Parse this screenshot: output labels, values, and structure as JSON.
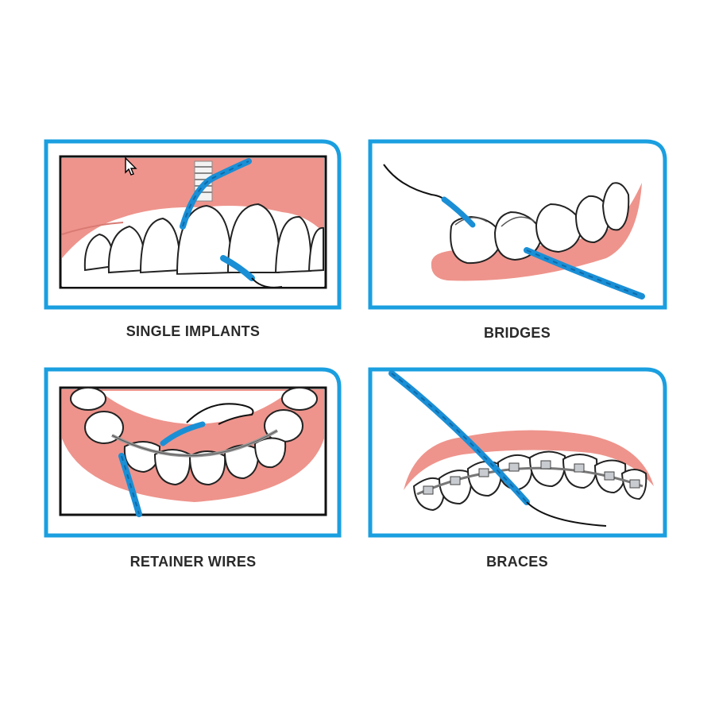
{
  "panels": [
    {
      "id": "single-implants",
      "label": "SINGLE IMPLANTS"
    },
    {
      "id": "bridges",
      "label": "BRIDGES"
    },
    {
      "id": "retainer-wires",
      "label": "RETAINER WIRES"
    },
    {
      "id": "braces",
      "label": "BRACES"
    }
  ],
  "colors": {
    "frame": "#1a9fe0",
    "gum": "#ee948c",
    "gum_dark": "#d97a73",
    "tooth": "#ffffff",
    "tooth_shadow": "#d8dde2",
    "floss": "#1a8fd6",
    "line": "#111111"
  },
  "icons": {
    "cursor": "mouse-pointer-icon"
  }
}
